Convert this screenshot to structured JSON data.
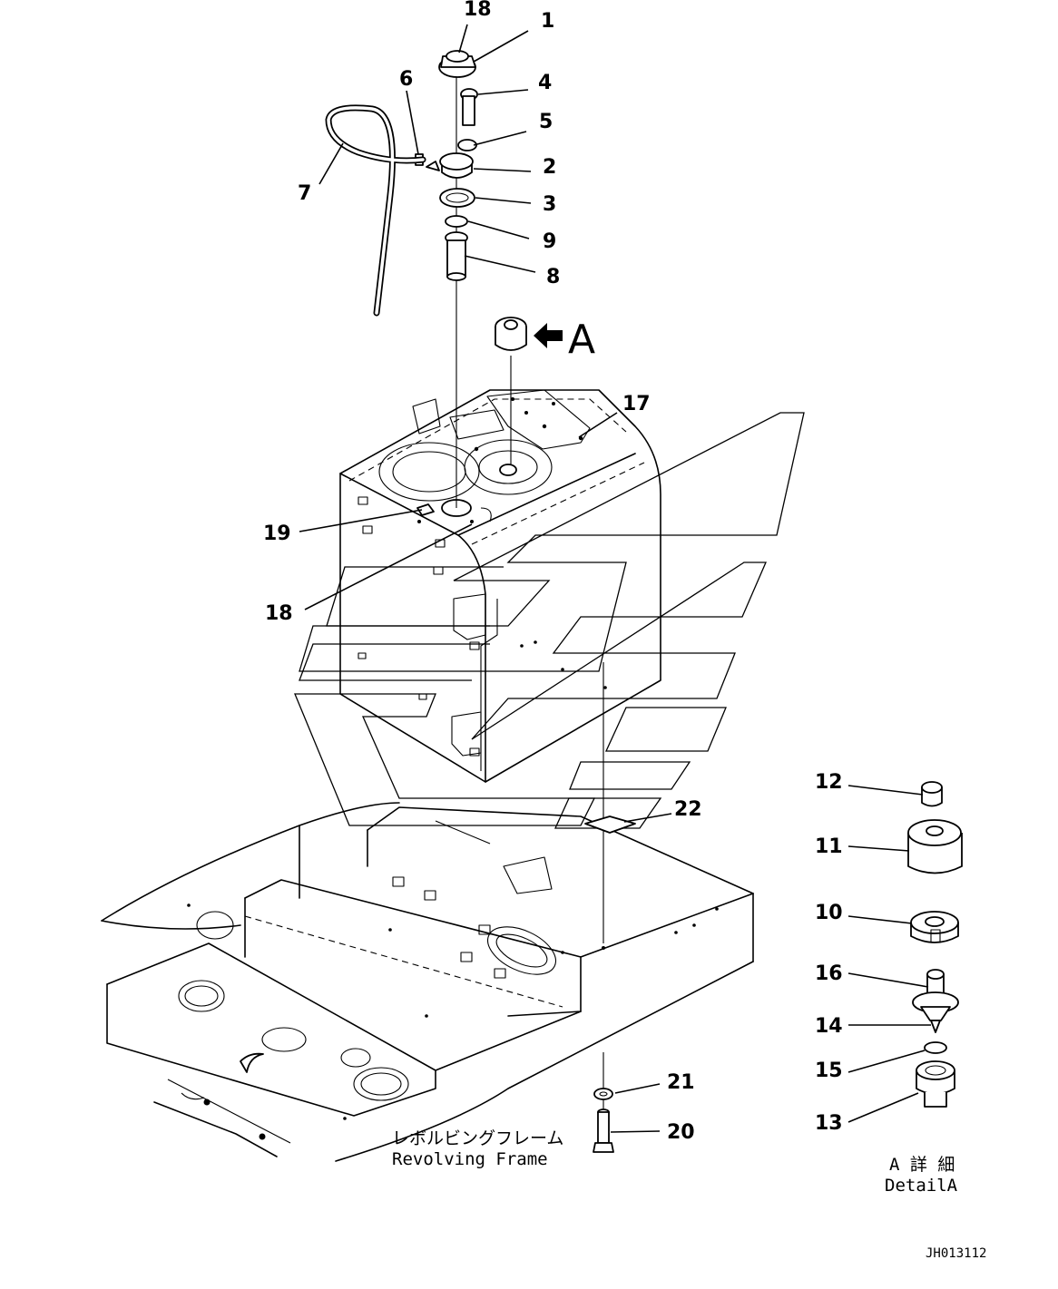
{
  "callouts": [
    "18",
    "1",
    "4",
    "5",
    "6",
    "7",
    "2",
    "3",
    "9",
    "8",
    "17",
    "19",
    "18",
    "22",
    "12",
    "11",
    "10",
    "16",
    "14",
    "15",
    "13",
    "21",
    "20"
  ],
  "view_marker": "A",
  "frame_label": {
    "jp": "レボルビングフレーム",
    "en": "Revolving Frame"
  },
  "detail_label": {
    "jp": "A 詳 細",
    "en": "DetailA"
  },
  "drawing_code": "JH013112"
}
